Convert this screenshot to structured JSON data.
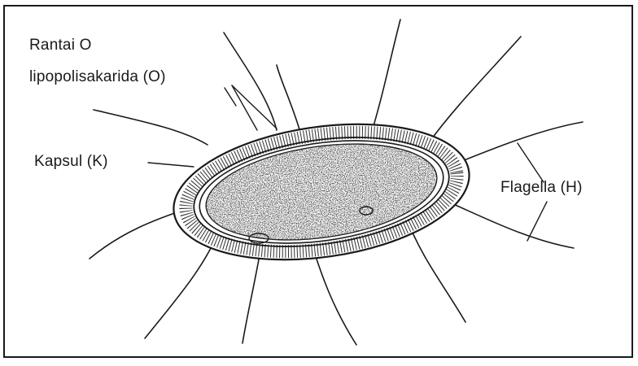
{
  "labels": {
    "o_chain_line1": "Rantai O",
    "o_chain_line2": "lipopolisakarida (O)",
    "capsule": "Kapsul (K)",
    "flagella": "Flagella (H)"
  },
  "colors": {
    "ink": "#1a1a1a",
    "background": "#ffffff"
  }
}
